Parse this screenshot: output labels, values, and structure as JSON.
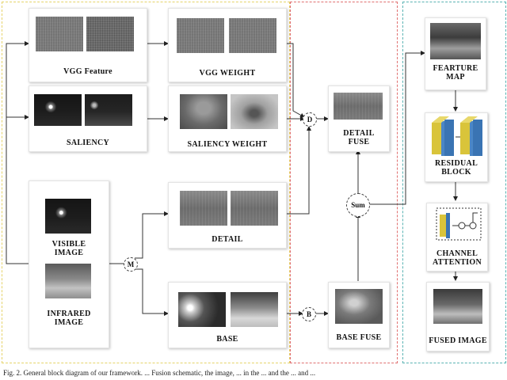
{
  "labels": {
    "vgg_feature": "VGG Feature",
    "vgg_weight": "VGG WEIGHT",
    "saliency": "SALIENCY",
    "saliency_weight": "SALIENCY WEIGHT",
    "visible_image": "VISIBLE IMAGE",
    "infrared_image": "INFRARED IMAGE",
    "detail": "DETAIL",
    "base": "BASE",
    "detail_fuse": "DETAIL FUSE",
    "base_fuse": "BASE FUSE",
    "feature_map": "FEARTURE MAP",
    "residual_block": "RESIDUAL BLOCK",
    "channel_attention": "CHANNEL ATTENTION",
    "fused_image": "FUSED IMAGE"
  },
  "nodes": {
    "d": "D",
    "m": "M",
    "b": "B",
    "sum": "Sum"
  },
  "caption": "Fig. 2.  General block diagram of our framework. ... Fusion schematic, the image, ... in the ... and the ... and ..."
}
